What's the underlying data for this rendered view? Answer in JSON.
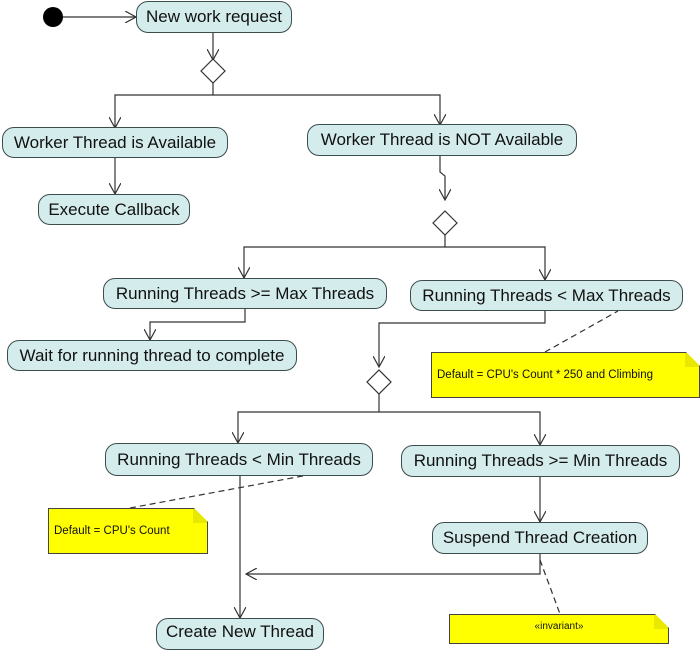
{
  "nodes": {
    "new_work_request": "New work request",
    "worker_available": "Worker Thread is Available",
    "worker_not_available": "Worker Thread is NOT Available",
    "execute_callback": "Execute Callback",
    "running_ge_max": "Running Threads >= Max Threads",
    "running_lt_max": "Running Threads < Max Threads",
    "wait_for_thread": "Wait for running thread to complete",
    "running_lt_min": "Running Threads < Min Threads",
    "running_ge_min": "Running Threads >= Min Threads",
    "suspend_creation": "Suspend Thread Creation",
    "create_new_thread": "Create New Thread"
  },
  "notes": {
    "max_default": "Default = CPU's Count * 250 and Climbing",
    "min_default": "Default = CPU's Count",
    "invariant": "«invariant»"
  },
  "colors": {
    "node_fill": "#d4ecec",
    "note_fill": "#ffff00",
    "line": "#333333"
  }
}
